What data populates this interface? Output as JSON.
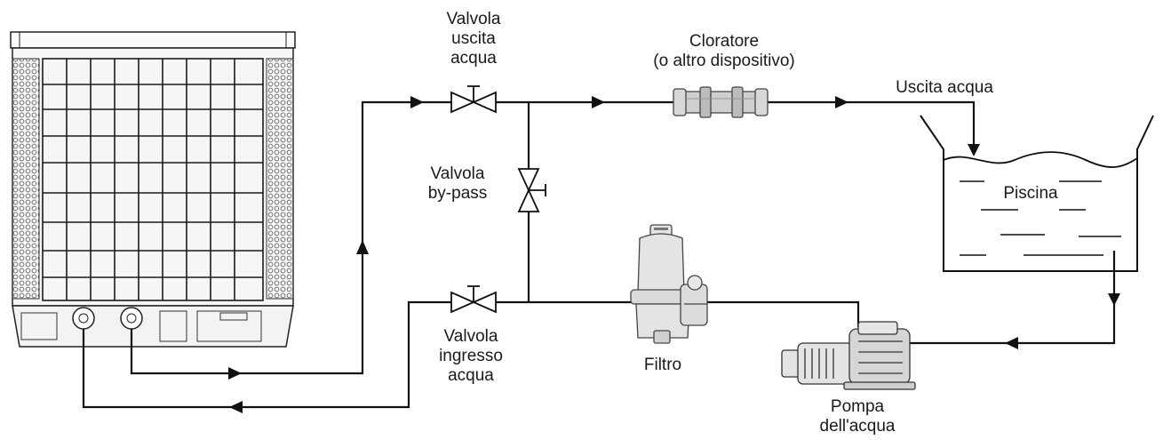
{
  "diagram": {
    "labels": {
      "outlet_valve": [
        "Valvola",
        "uscita",
        "acqua"
      ],
      "chlorinator": [
        "Cloratore",
        "(o altro dispositivo)"
      ],
      "water_outlet": "Uscita acqua",
      "bypass_valve": [
        "Valvola",
        "by-pass"
      ],
      "pool": "Piscina",
      "inlet_valve": [
        "Valvola",
        "ingresso",
        "acqua"
      ],
      "filter": "Filtro",
      "pump": [
        "Pompa",
        "dell'acqua"
      ]
    },
    "colors": {
      "line": "#111111",
      "equipment": "#e4e4e4",
      "chlorinator": "#cfcfcf",
      "unit_body": "#f6f6f6"
    }
  }
}
